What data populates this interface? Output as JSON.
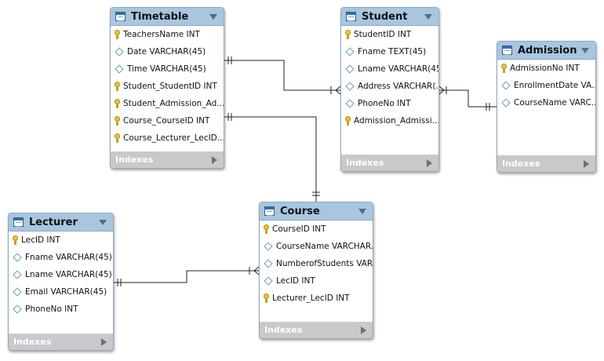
{
  "entities": {
    "timetable": {
      "title": "Timetable",
      "columns": [
        {
          "text": "TeachersName INT",
          "icon": "key-icon"
        },
        {
          "text": "Date VARCHAR(45)",
          "icon": "diamond-icon"
        },
        {
          "text": "Time VARCHAR(45)",
          "icon": "diamond-icon"
        },
        {
          "text": "Student_StudentID INT",
          "icon": "key-icon"
        },
        {
          "text": "Student_Admission_Ad...",
          "icon": "key-icon"
        },
        {
          "text": "Course_CourseID INT",
          "icon": "key-icon"
        },
        {
          "text": "Course_Lecturer_LecID...",
          "icon": "key-icon"
        }
      ],
      "footer": "Indexes"
    },
    "student": {
      "title": "Student",
      "columns": [
        {
          "text": "StudentID INT",
          "icon": "key-icon"
        },
        {
          "text": "Fname TEXT(45)",
          "icon": "diamond-icon"
        },
        {
          "text": "Lname VARCHAR(45)",
          "icon": "diamond-icon"
        },
        {
          "text": "Address VARCHAR(...",
          "icon": "diamond-icon"
        },
        {
          "text": "PhoneNo INT",
          "icon": "diamond-icon"
        },
        {
          "text": "Admission_Admissi...",
          "icon": "key-icon"
        }
      ],
      "footer": "Indexes"
    },
    "admission": {
      "title": "Admission",
      "columns": [
        {
          "text": "AdmissionNo INT",
          "icon": "key-icon"
        },
        {
          "text": "EnrollmentDate VA...",
          "icon": "diamond-icon"
        },
        {
          "text": "CourseName VARC...",
          "icon": "diamond-icon"
        }
      ],
      "footer": "Indexes"
    },
    "course": {
      "title": "Course",
      "columns": [
        {
          "text": "CourseID INT",
          "icon": "key-icon"
        },
        {
          "text": "CourseName VARCHAR...",
          "icon": "diamond-icon"
        },
        {
          "text": "NumberofStudents VAR...",
          "icon": "diamond-icon"
        },
        {
          "text": "LecID INT",
          "icon": "diamond-icon"
        },
        {
          "text": "Lecturer_LecID INT",
          "icon": "key-icon"
        }
      ],
      "footer": "Indexes"
    },
    "lecturer": {
      "title": "Lecturer",
      "columns": [
        {
          "text": "LecID INT",
          "icon": "key-icon"
        },
        {
          "text": "Fname VARCHAR(45)",
          "icon": "diamond-icon"
        },
        {
          "text": "Lname VARCHAR(45)",
          "icon": "diamond-icon"
        },
        {
          "text": "Email VARCHAR(45)",
          "icon": "diamond-icon"
        },
        {
          "text": "PhoneNo INT",
          "icon": "diamond-icon"
        }
      ],
      "footer": "Indexes"
    }
  },
  "relationships": [
    {
      "from": "timetable",
      "to": "student",
      "from_end": "one",
      "to_end": "many"
    },
    {
      "from": "student",
      "to": "admission",
      "from_end": "many",
      "to_end": "one"
    },
    {
      "from": "timetable",
      "to": "course",
      "from_end": "one",
      "to_end": "one"
    },
    {
      "from": "lecturer",
      "to": "course",
      "from_end": "one",
      "to_end": "many"
    }
  ],
  "colors": {
    "header": "#a8c6df",
    "border": "#8ea9c2",
    "footer": "#c9c9c9",
    "connector": "#222222"
  }
}
